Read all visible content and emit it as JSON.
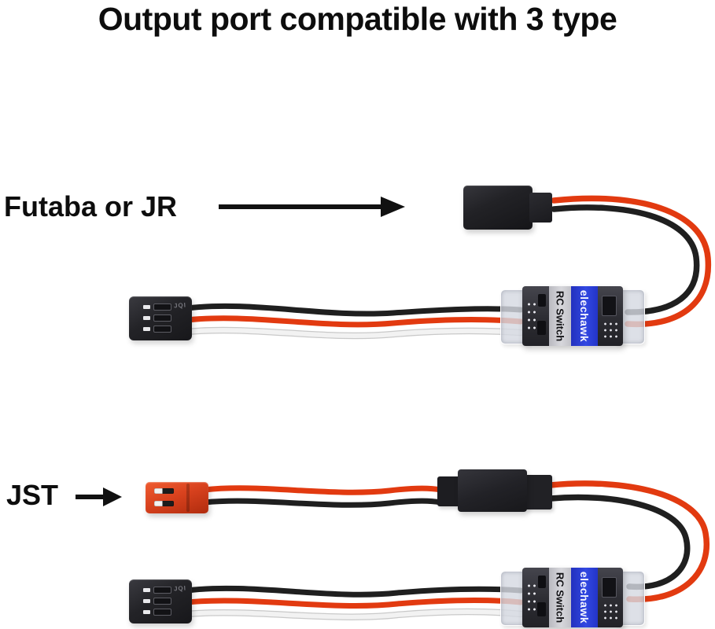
{
  "title": "Output port compatible with 3 type",
  "annotations": {
    "futaba_label": "Futaba or JR",
    "jst_label": "JST"
  },
  "module_label": {
    "brand": "elechawk",
    "product": "RC Switch"
  },
  "connector_marking": "JQI",
  "colors": {
    "background": "#ffffff",
    "text": "#0d0d0d",
    "wire_red": "#e23a10",
    "wire_black": "#1f1f1f",
    "wire_white": "#f2f2f2",
    "connector_black": "#242428",
    "jst_red": "#d9421e",
    "band_blue": "#2a3cd4",
    "band_gray": "#cbcbd1"
  }
}
